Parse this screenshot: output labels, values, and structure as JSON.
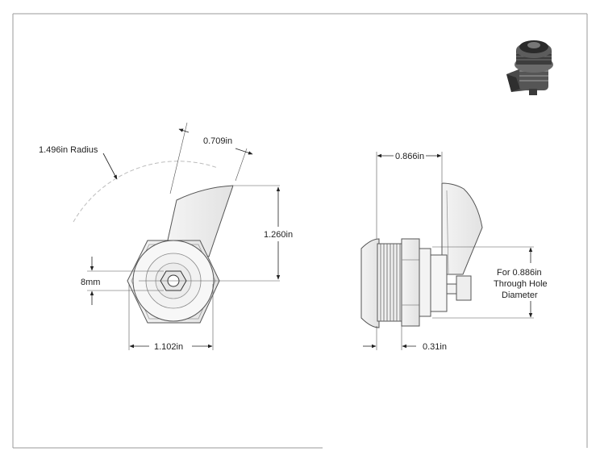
{
  "drawing": {
    "front_view": {
      "radius_label": "1.496in Radius",
      "cam_width_label": "0.709in",
      "cam_height_label": "1.260in",
      "hex_label": "8mm",
      "body_width_label": "1.102in"
    },
    "side_view": {
      "depth_label": "0.866in",
      "flange_label": "0.31in",
      "hole_label_line1": "For 0.886in",
      "hole_label_line2": "Through Hole",
      "hole_label_line3": "Diameter"
    }
  }
}
